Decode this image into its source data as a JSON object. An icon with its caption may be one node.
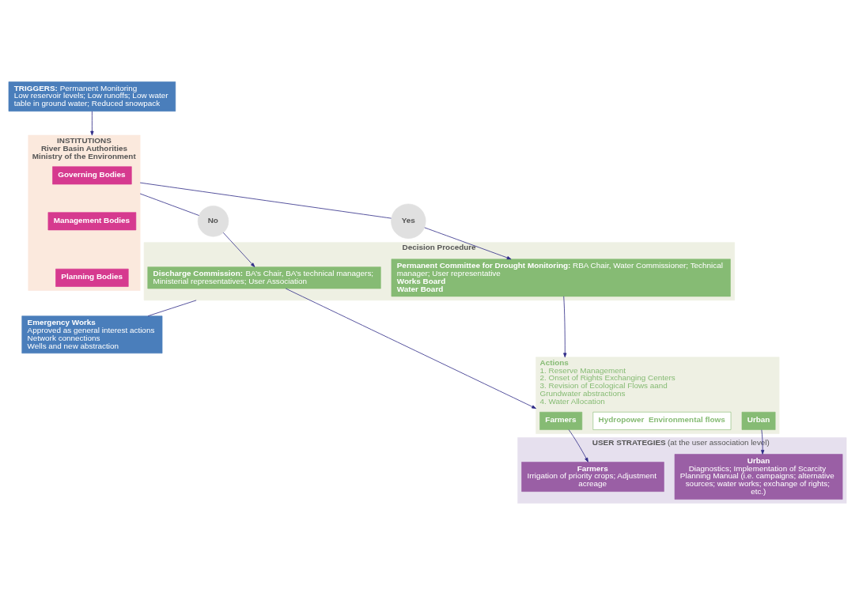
{
  "diagram": {
    "nodes": [
      {
        "text": [
          "TRIGGERS:",
          "Permanent Monitoring",
          "Low reservoir levels; Low runoffs; Low water table in ground water; Reduced snowpack"
        ]
      },
      {
        "text": [
          "INSTITUTIONS",
          "River Basin Authorities",
          "Ministry of the Environment"
        ]
      },
      {
        "text": [
          "Governing Bodies"
        ],
        "in": 1
      },
      {
        "text": [
          "Management Bodies"
        ],
        "in": 1
      },
      {
        "text": [
          "Planning Bodies"
        ],
        "in": 1
      },
      {
        "text": [
          "No"
        ]
      },
      {
        "text": [
          "Yes"
        ]
      },
      {
        "text": [
          "Decision Procedure"
        ]
      },
      {
        "text": [
          "Discharge Commission:",
          "BA’s Chair, BA’s technical managers; Ministerial representatives; User Association"
        ],
        "in": 7
      },
      {
        "text": [
          "Permanent Committee for Drought Monitoring:",
          "RBA Chair, Water Commissioner; Technical manager; User representative",
          "Works Board",
          "Water Board"
        ],
        "in": 7
      },
      {
        "text": [
          "Emergency Works",
          "Approved as general interest actions",
          "Network connections",
          "Wells and new abstraction"
        ]
      },
      {
        "text": [
          "Actions",
          "1. Reserve Management",
          "2. Onset of Rights Exchanging Centers",
          "3. Revision of Ecological Flows aand Grundwater abstractions",
          "4. Water Allocation"
        ]
      },
      {
        "text": [
          "Farmers"
        ],
        "in": 11
      },
      {
        "text": [
          "Hydropower  Environmental flows"
        ],
        "in": 11
      },
      {
        "text": [
          "Urban"
        ],
        "in": 11
      },
      {
        "text": [
          "USER STRATEGIES",
          "(at the user association level)"
        ]
      },
      {
        "text": [
          "Farmers",
          "Irrigation of priority crops; Adjustment acreage"
        ],
        "in": 15
      },
      {
        "text": [
          "Urban",
          "Diagnostics; Implementation of Scarcity Planning Manual (i.e. campaigns; alternative sources; water works; exchange of rights; etc.)"
        ],
        "in": 15
      }
    ],
    "edges": [
      {
        "from": 0,
        "to": 1,
        "arrow": "to"
      },
      {
        "from": 1,
        "to": 5,
        "arrow": "none"
      },
      {
        "from": 1,
        "to": 6,
        "arrow": "none"
      },
      {
        "from": 5,
        "to": 8,
        "arrow": "to"
      },
      {
        "from": 6,
        "to": 9,
        "arrow": "to"
      },
      {
        "from": 7,
        "to": 10,
        "arrow": "none"
      },
      {
        "from": 8,
        "to": 11,
        "arrow": "to"
      },
      {
        "from": 9,
        "to": 11,
        "arrow": "to"
      },
      {
        "from": 12,
        "to": 16,
        "arrow": "to"
      },
      {
        "from": 14,
        "to": 17,
        "arrow": "to"
      }
    ]
  }
}
